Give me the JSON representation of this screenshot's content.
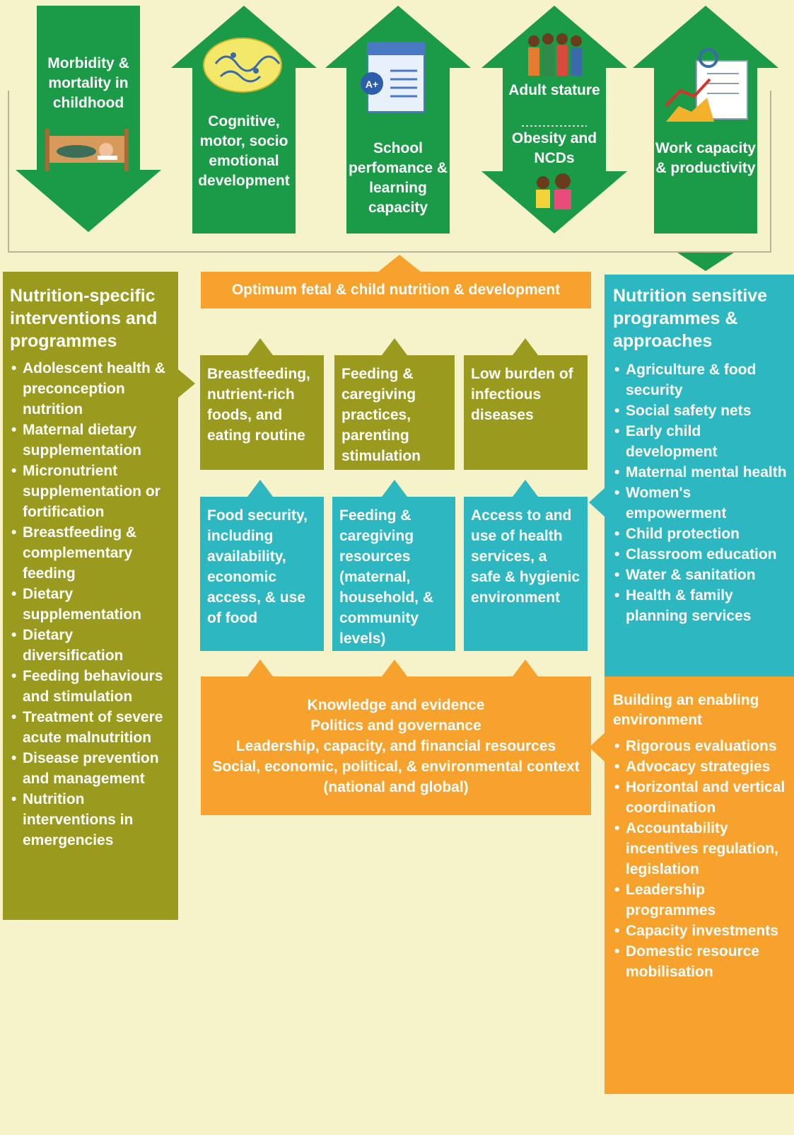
{
  "colors": {
    "background": "#f6f2c9",
    "arrow_green": "#1b9a48",
    "olive": "#9a9b1e",
    "teal": "#2db7c0",
    "orange": "#f6a22c"
  },
  "outcomes": [
    {
      "label": "Morbidity & mortality in childhood",
      "direction": "down",
      "icon": "sick-child-bed-icon"
    },
    {
      "label": "Cognitive, motor, socio emotional development",
      "direction": "up",
      "icon": "brain-icon"
    },
    {
      "label": "School perfomance & learning capacity",
      "direction": "up",
      "icon": "report-card-icon"
    },
    {
      "label_top": "Adult stature",
      "label_bottom": "Obesity and NCDs",
      "direction": "both",
      "icon_top": "people-group-icon",
      "icon_bottom": "children-icon"
    },
    {
      "label": "Work capacity & productivity",
      "direction": "up",
      "icon": "growth-chart-icon"
    }
  ],
  "center_top_label": "Optimum fetal & child nutrition & development",
  "left_panel": {
    "title": "Nutrition-specific interventions and programmes",
    "items": [
      "Adolescent health & preconception nutrition",
      "Maternal dietary supplementation",
      "Micronutrient supplementation or fortification",
      "Breastfeeding & complementary feeding",
      "Dietary supplementation",
      "Dietary diversification",
      "Feeding behaviours and stimulation",
      "Treatment of severe acute malnutrition",
      "Disease prevention and management",
      "Nutrition interventions in emergencies"
    ]
  },
  "olive_boxes": [
    "Breastfeeding, nutrient-rich foods, and eating routine",
    "Feeding & caregiving practices, parenting stimulation",
    "Low burden of infectious diseases"
  ],
  "teal_boxes": [
    "Food security, including availability, economic access, & use of food",
    "Feeding & caregiving resources (maternal, household, & community levels)",
    "Access to and use of health services, a safe & hygienic environment"
  ],
  "bottom_box": [
    "Knowledge and evidence",
    "Politics and governance",
    "Leadership, capacity, and financial resources",
    "Social, economic, political, & environmental context (national and global)"
  ],
  "right_teal_panel": {
    "title": "Nutrition sensitive programmes & approaches",
    "items": [
      "Agriculture & food security",
      "Social safety nets",
      "Early child development",
      "Maternal mental health",
      "Women's empowerment",
      "Child protection",
      "Classroom education",
      "Water & sanitation",
      "Health & family planning services"
    ]
  },
  "right_orange_panel": {
    "title": "Building an enabling environment",
    "items": [
      "Rigorous evaluations",
      "Advocacy strategies",
      "Horizontal and vertical coordination",
      "Accountability incentives regulation, legislation",
      "Leadership programmes",
      "Capacity investments",
      "Domestic resource mobilisation"
    ]
  }
}
